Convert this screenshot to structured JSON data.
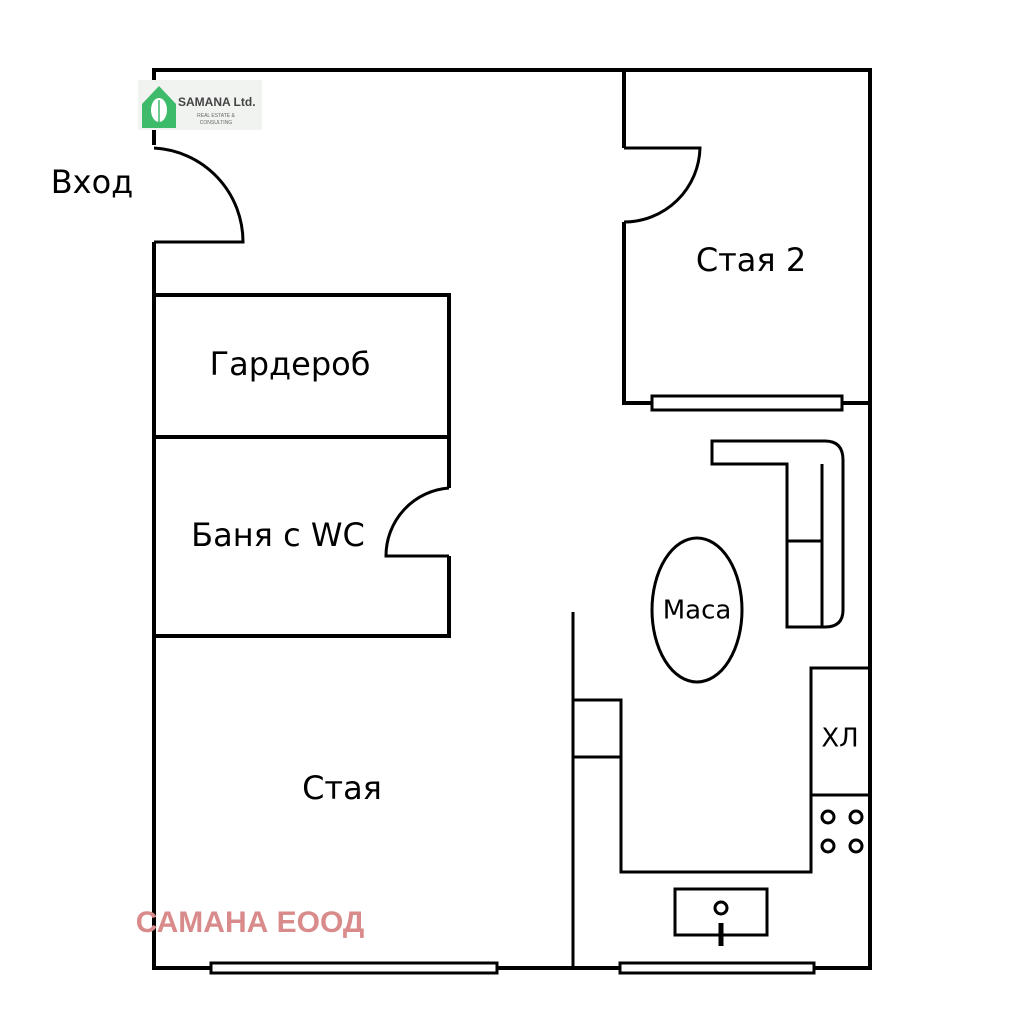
{
  "logo": {
    "name": "SAMANA Ltd.",
    "tagline_1": "REAL ESTATE &",
    "tagline_2": "CONSULTING",
    "color": "#3dbb6a"
  },
  "rooms": {
    "entrance": "Вход",
    "room2": "Стая 2",
    "wardrobe": "Гардероб",
    "bathroom": "Баня с WC",
    "room": "Стая",
    "table": "Маса",
    "fridge": "ХЛ"
  },
  "watermark": {
    "text": "САМАНА ЕООД",
    "color": "#d98a8a"
  }
}
